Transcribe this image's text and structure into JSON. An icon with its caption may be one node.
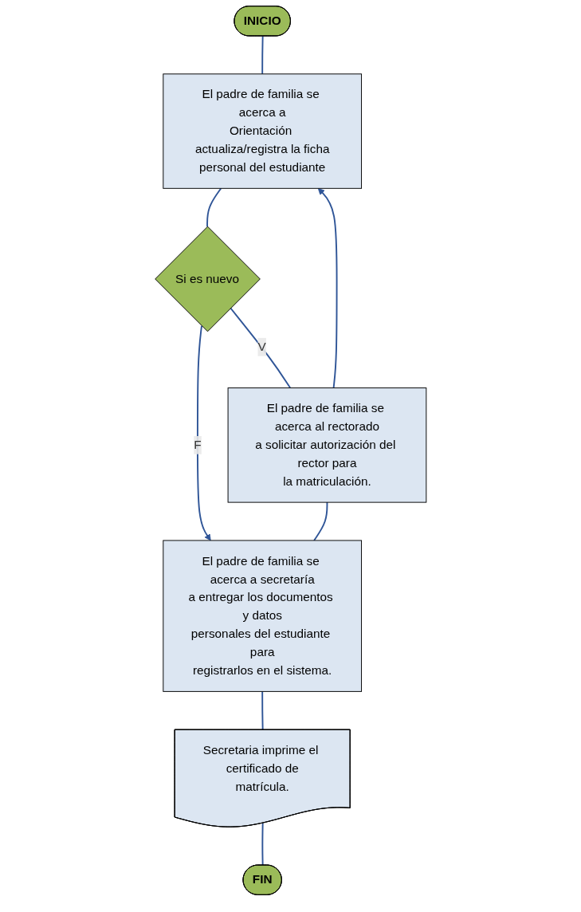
{
  "diagram": {
    "nodes": [
      {
        "text": [
          "INICIO"
        ]
      },
      {
        "text": [
          "El padre de familia se acerca a Orientación actualiza/registra la ficha personal del estudiante"
        ]
      },
      {
        "text": [
          "Si es nuevo"
        ]
      },
      {
        "text": [
          "El padre de familia se acerca al rectorado a solicitar autorización del rector para la matriculación."
        ]
      },
      {
        "text": [
          "El padre de familia se acerca a secretaría a entregar los documentos y datos personales del estudiante para registrarlos en el sistema."
        ]
      },
      {
        "text": [
          "Secretaria imprime el certificado de matrícula."
        ]
      },
      {
        "text": [
          "FIN"
        ]
      }
    ],
    "edges": [
      {
        "from": 0,
        "to": 1,
        "arrow": "none"
      },
      {
        "from": 1,
        "to": 2,
        "arrow": "none"
      },
      {
        "from": 2,
        "to": 3,
        "arrow": "none",
        "label": "V"
      },
      {
        "from": 3,
        "to": 1,
        "arrow": "to"
      },
      {
        "from": 2,
        "to": 4,
        "arrow": "to",
        "label": "F"
      },
      {
        "from": 3,
        "to": 4,
        "arrow": "none"
      },
      {
        "from": 4,
        "to": 5,
        "arrow": "none"
      },
      {
        "from": 5,
        "to": 6,
        "arrow": "none"
      }
    ]
  }
}
